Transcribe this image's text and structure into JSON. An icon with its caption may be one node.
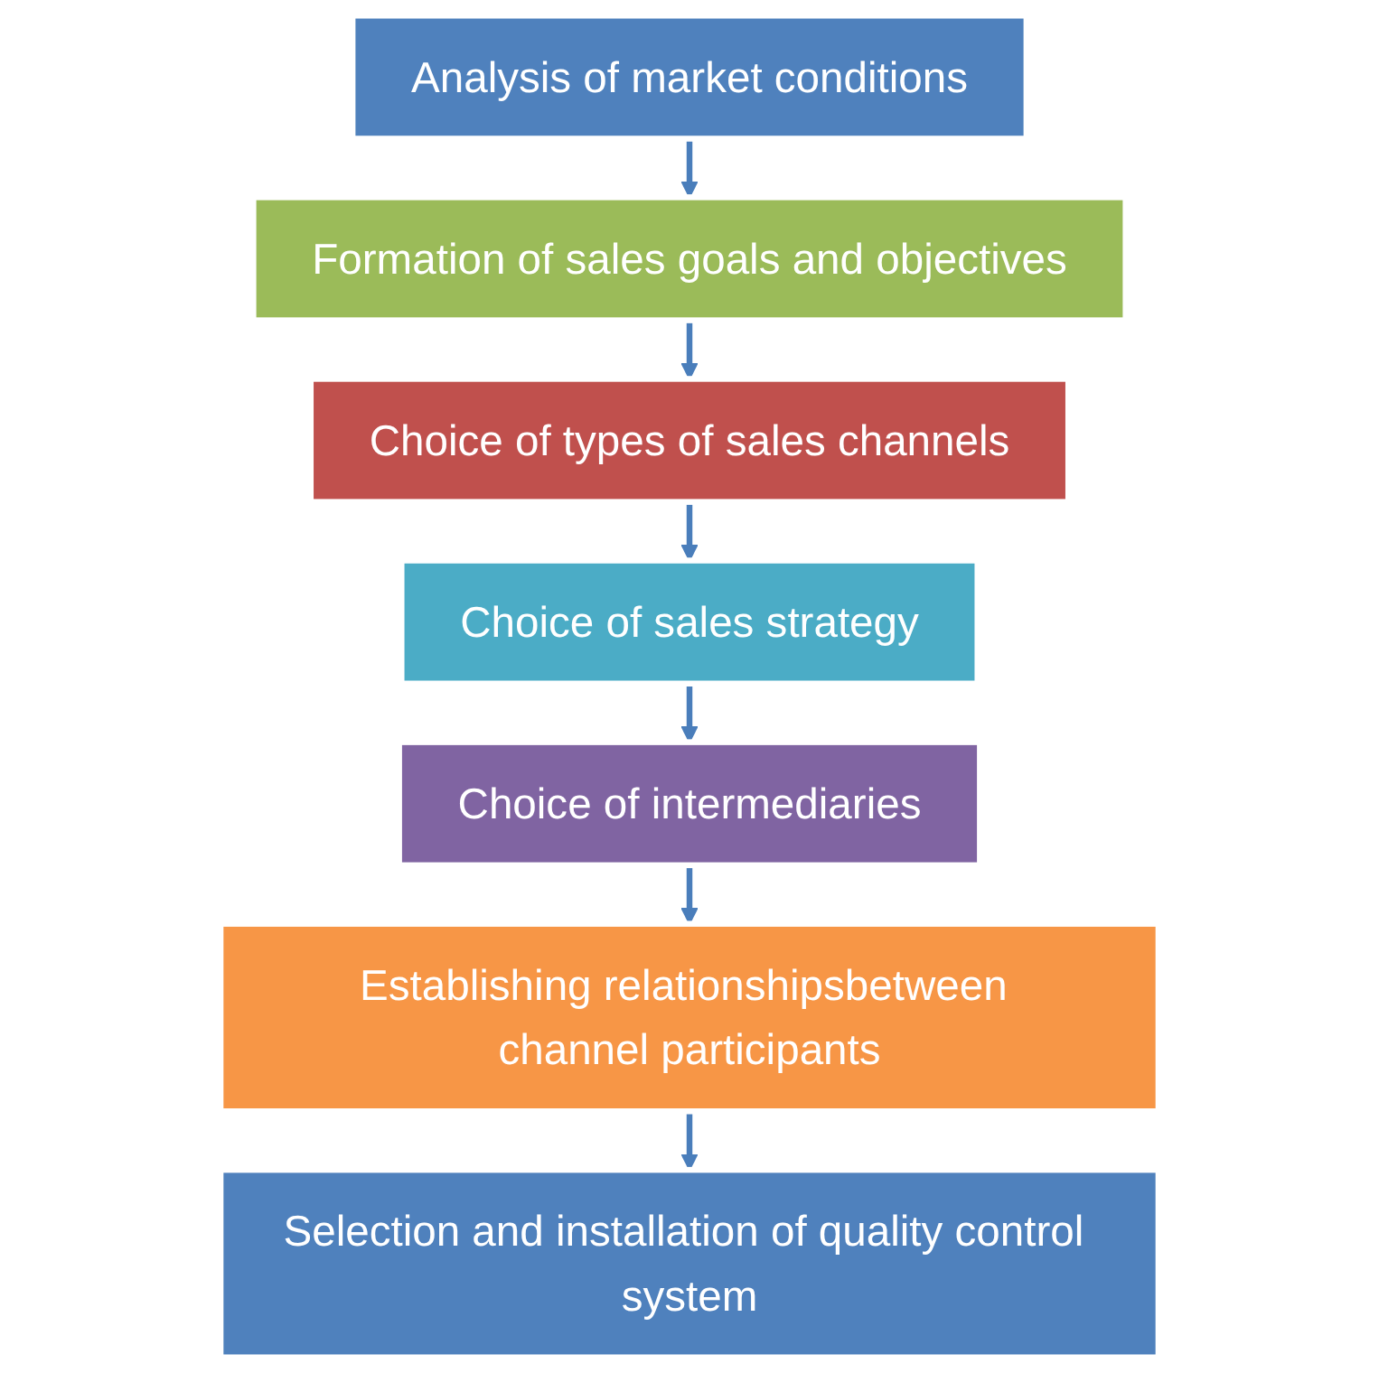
{
  "diagram": {
    "nodes": [
      {
        "text": [
          "Analysis of market conditions"
        ]
      },
      {
        "text": [
          "Formation of sales goals and objectives"
        ]
      },
      {
        "text": [
          "Choice of types of sales channels"
        ]
      },
      {
        "text": [
          "Choice of sales strategy"
        ]
      },
      {
        "text": [
          "Choice of intermediaries"
        ]
      },
      {
        "text": [
          "Establishing relationshipsbetween channel participants"
        ]
      },
      {
        "text": [
          "Selection and installation of quality control system"
        ]
      }
    ],
    "edges": [
      {
        "from": 0,
        "to": 1,
        "arrow": "to"
      },
      {
        "from": 1,
        "to": 2,
        "arrow": "to"
      },
      {
        "from": 2,
        "to": 3,
        "arrow": "to"
      },
      {
        "from": 3,
        "to": 4,
        "arrow": "to"
      },
      {
        "from": 4,
        "to": 5,
        "arrow": "to"
      },
      {
        "from": 5,
        "to": 6,
        "arrow": "to"
      }
    ]
  }
}
